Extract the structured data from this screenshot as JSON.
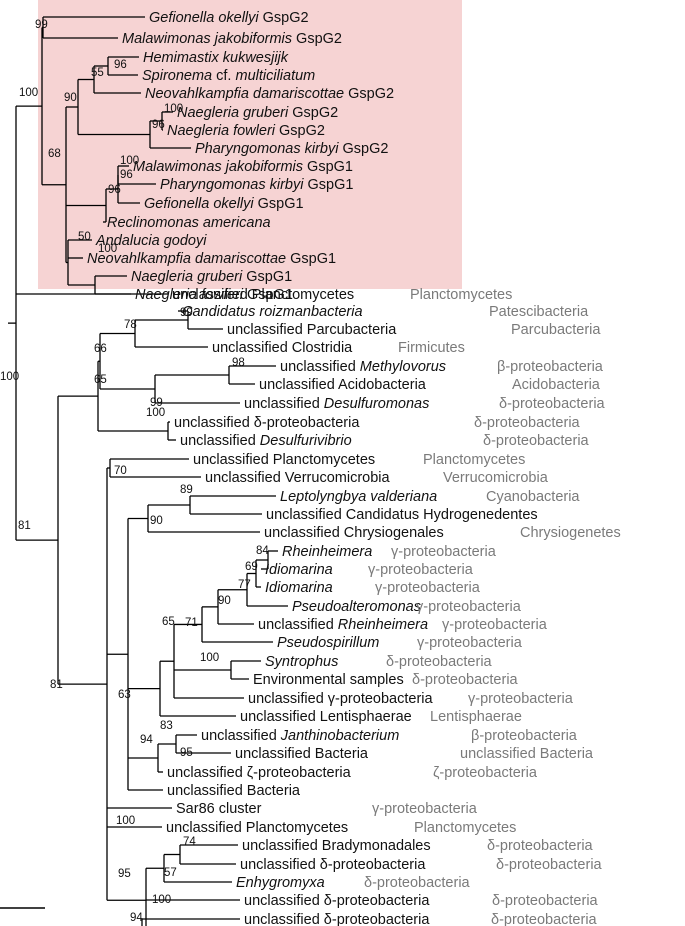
{
  "colors": {
    "highlight_band": "#f6d3d3",
    "branch": "#000000",
    "group_label": "#7a7a7a"
  },
  "tree": {
    "leaves": [
      {
        "id": "L1",
        "parts": [
          {
            "t": "Gefionella okellyi",
            "i": true
          },
          {
            "t": " GspG2"
          }
        ]
      },
      {
        "id": "L2",
        "parts": [
          {
            "t": "Malawimonas jakobiformis",
            "i": true
          },
          {
            "t": " GspG2"
          }
        ]
      },
      {
        "id": "L3",
        "parts": [
          {
            "t": "Hemimastix kukwesjijk",
            "i": true
          }
        ]
      },
      {
        "id": "L4",
        "parts": [
          {
            "t": "Spironema",
            "i": true
          },
          {
            "t": " cf. "
          },
          {
            "t": "multiciliatum",
            "i": true
          }
        ]
      },
      {
        "id": "L5",
        "parts": [
          {
            "t": "Neovahlkampfia damariscottae",
            "i": true
          },
          {
            "t": " GspG2"
          }
        ]
      },
      {
        "id": "L6",
        "parts": [
          {
            "t": "Naegleria gruberi",
            "i": true
          },
          {
            "t": " GspG2"
          }
        ]
      },
      {
        "id": "L7",
        "parts": [
          {
            "t": "Naegleria fowleri",
            "i": true
          },
          {
            "t": " GspG2"
          }
        ]
      },
      {
        "id": "L8",
        "parts": [
          {
            "t": "Pharyngomonas kirbyi",
            "i": true
          },
          {
            "t": " GspG2"
          }
        ]
      },
      {
        "id": "L9",
        "parts": [
          {
            "t": "Malawimonas jakobiformis",
            "i": true
          },
          {
            "t": " GspG1"
          }
        ]
      },
      {
        "id": "L10",
        "parts": [
          {
            "t": "Pharyngomonas kirbyi",
            "i": true
          },
          {
            "t": " GspG1"
          }
        ]
      },
      {
        "id": "L11",
        "parts": [
          {
            "t": "Gefionella okellyi",
            "i": true
          },
          {
            "t": " GspG1"
          }
        ]
      },
      {
        "id": "L12",
        "parts": [
          {
            "t": "Reclinomonas americana",
            "i": true
          }
        ]
      },
      {
        "id": "L13",
        "parts": [
          {
            "t": "Andalucia godoyi",
            "i": true
          }
        ]
      },
      {
        "id": "L14",
        "parts": [
          {
            "t": "Neovahlkampfia damariscottae",
            "i": true
          },
          {
            "t": " GspG1"
          }
        ]
      },
      {
        "id": "L15",
        "parts": [
          {
            "t": "Naegleria gruberi",
            "i": true
          },
          {
            "t": "  GspG1"
          }
        ]
      },
      {
        "id": "L16",
        "parts": [
          {
            "t": "Naegleria fowleri",
            "i": true
          },
          {
            "t": " GspG1"
          }
        ]
      },
      {
        "id": "L17",
        "parts": [
          {
            "t": "unclassified Planctomycetes"
          }
        ],
        "group": "Planctomycetes"
      },
      {
        "id": "L18",
        "parts": [
          {
            "t": "Candidatus roizmanbacteria",
            "i": true
          }
        ],
        "group": "Patescibacteria"
      },
      {
        "id": "L19",
        "parts": [
          {
            "t": "unclassified Parcubacteria"
          }
        ],
        "group": "Parcubacteria"
      },
      {
        "id": "L20",
        "parts": [
          {
            "t": "unclassified Clostridia"
          }
        ],
        "group": "Firmicutes"
      },
      {
        "id": "L21",
        "parts": [
          {
            "t": "unclassified "
          },
          {
            "t": "Methylovorus",
            "i": true
          }
        ],
        "group": "β-proteobacteria"
      },
      {
        "id": "L22",
        "parts": [
          {
            "t": "unclassified Acidobacteria"
          }
        ],
        "group": "Acidobacteria"
      },
      {
        "id": "L23",
        "parts": [
          {
            "t": "unclassified "
          },
          {
            "t": "Desulfuromonas",
            "i": true
          }
        ],
        "group": "δ-proteobacteria"
      },
      {
        "id": "L24",
        "parts": [
          {
            "t": "unclassified  δ-proteobacteria"
          }
        ],
        "group": "δ-proteobacteria"
      },
      {
        "id": "L25",
        "parts": [
          {
            "t": "unclassified "
          },
          {
            "t": "Desulfurivibrio",
            "i": true
          }
        ],
        "group": "δ-proteobacteria"
      },
      {
        "id": "L26",
        "parts": [
          {
            "t": "unclassified Planctomycetes"
          }
        ],
        "group": "Planctomycetes"
      },
      {
        "id": "L27",
        "parts": [
          {
            "t": "unclassified Verrucomicrobia"
          }
        ],
        "group": "Verrucomicrobia"
      },
      {
        "id": "L28",
        "parts": [
          {
            "t": "Leptolyngbya valderiana",
            "i": true
          }
        ],
        "group": "Cyanobacteria"
      },
      {
        "id": "L29",
        "parts": [
          {
            "t": "unclassified Candidatus Hydrogenedentes"
          }
        ]
      },
      {
        "id": "L30",
        "parts": [
          {
            "t": "unclassified Chrysiogenales"
          }
        ],
        "group": "Chrysiogenetes"
      },
      {
        "id": "L31",
        "parts": [
          {
            "t": "Rheinheimera",
            "i": true
          }
        ],
        "group": "γ-proteobacteria"
      },
      {
        "id": "L32",
        "parts": [
          {
            "t": "Idiomarina",
            "i": true
          }
        ],
        "group": "γ-proteobacteria"
      },
      {
        "id": "L33",
        "parts": [
          {
            "t": "Idiomarina",
            "i": true
          }
        ],
        "group": "γ-proteobacteria"
      },
      {
        "id": "L34",
        "parts": [
          {
            "t": "Pseudoalteromonas",
            "i": true
          }
        ],
        "group": "γ-proteobacteria"
      },
      {
        "id": "L35",
        "parts": [
          {
            "t": "unclassified "
          },
          {
            "t": "Rheinheimera",
            "i": true
          }
        ],
        "group": "γ-proteobacteria"
      },
      {
        "id": "L36",
        "parts": [
          {
            "t": "Pseudospirillum",
            "i": true
          }
        ],
        "group": "γ-proteobacteria"
      },
      {
        "id": "L37",
        "parts": [
          {
            "t": "Syntrophus",
            "i": true
          }
        ],
        "group": "δ-proteobacteria"
      },
      {
        "id": "L38",
        "parts": [
          {
            "t": "Environmental samples"
          }
        ],
        "group": "δ-proteobacteria"
      },
      {
        "id": "L39",
        "parts": [
          {
            "t": "unclassified γ-proteobacteria"
          }
        ],
        "group": "γ-proteobacteria"
      },
      {
        "id": "L40",
        "parts": [
          {
            "t": "unclassified Lentisphaerae"
          }
        ],
        "group": "Lentisphaerae"
      },
      {
        "id": "L41",
        "parts": [
          {
            "t": "unclassified "
          },
          {
            "t": "Janthinobacterium",
            "i": true
          }
        ],
        "group": "β-proteobacteria"
      },
      {
        "id": "L42",
        "parts": [
          {
            "t": "unclassified Bacteria"
          }
        ],
        "group": "unclassified Bacteria"
      },
      {
        "id": "L43",
        "parts": [
          {
            "t": "unclassified ζ-proteobacteria"
          }
        ],
        "group": "ζ-proteobacteria"
      },
      {
        "id": "L44",
        "parts": [
          {
            "t": "unclassified Bacteria"
          }
        ]
      },
      {
        "id": "L45",
        "parts": [
          {
            "t": "Sar86 cluster"
          }
        ],
        "group": "γ-proteobacteria"
      },
      {
        "id": "L46",
        "parts": [
          {
            "t": "unclassified Planctomycetes"
          }
        ],
        "group": "Planctomycetes"
      },
      {
        "id": "L47",
        "parts": [
          {
            "t": "unclassified Bradymonadales"
          }
        ],
        "group": "δ-proteobacteria"
      },
      {
        "id": "L48",
        "parts": [
          {
            "t": "unclassified δ-proteobacteria"
          }
        ],
        "group": "δ-proteobacteria"
      },
      {
        "id": "L49",
        "parts": [
          {
            "t": "Enhygromyxa",
            "i": true
          }
        ],
        "group": "δ-proteobacteria"
      },
      {
        "id": "L50",
        "parts": [
          {
            "t": "unclassified δ-proteobacteria"
          }
        ],
        "group": "δ-proteobacteria"
      },
      {
        "id": "L51",
        "parts": [
          {
            "t": "unclassified δ-proteobacteria"
          }
        ],
        "group": "δ-proteobacteria"
      },
      {
        "id": "L52",
        "parts": [
          {
            "t": "unclassified δ-proteobacteria"
          }
        ],
        "group": "δ-proteobacteria"
      },
      {
        "id": "L53",
        "parts": [
          {
            "t": "unclassified "
          },
          {
            "t": "Myxococcus",
            "i": true
          }
        ],
        "group": "δ-proteobacteria"
      }
    ],
    "support": {
      "N1": "99",
      "N2": "96",
      "N3": "55",
      "N4": "100",
      "N5": "96",
      "N6": "90",
      "N7": "100",
      "N8": "96",
      "N9": "96",
      "N10": "100",
      "N11": "50",
      "N12": "68",
      "N13": "100",
      "M1": "99",
      "M2": "78",
      "M3": "98",
      "M4": "99",
      "M5": "66",
      "M6": "100",
      "M7": "65",
      "P1": "70",
      "P2": "89",
      "P3": "90",
      "P4": "84",
      "P5": "69",
      "P6": "77",
      "P7": "90",
      "P8": "71",
      "P9": "100",
      "P10": "65",
      "P11": "83",
      "P12": "95",
      "P13": "94",
      "P14": "63",
      "Q1": "74",
      "Q2": "57",
      "Q3": "100",
      "Q4": "94",
      "Q5": "95",
      "Q6": "100",
      "R1": "81",
      "R2": "81",
      "ROOT": "100"
    }
  }
}
